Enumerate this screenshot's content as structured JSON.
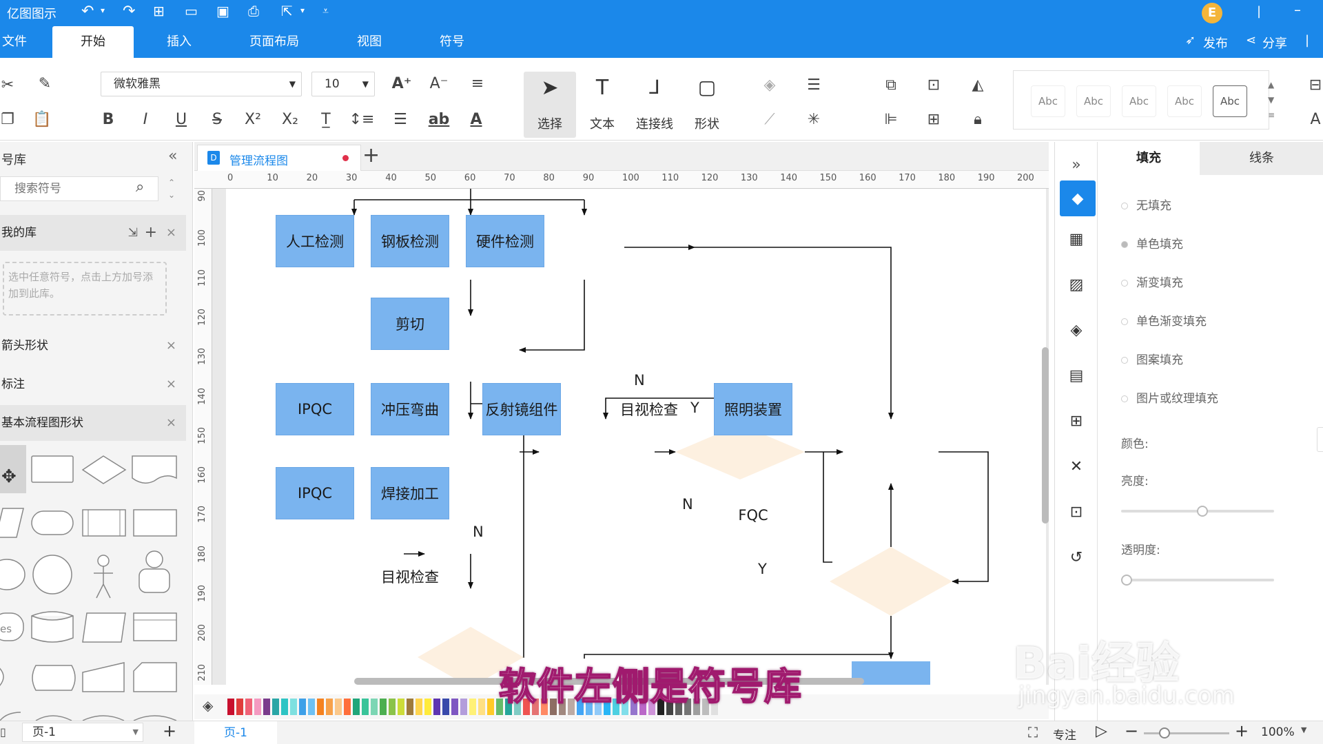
{
  "app": {
    "title": "亿图图示",
    "user_initial": "E"
  },
  "ribbon": {
    "tabs": [
      "文件",
      "开始",
      "插入",
      "页面布局",
      "视图",
      "符号"
    ],
    "publish": "发布",
    "share": "分享"
  },
  "toolbar": {
    "font_name": "微软雅黑",
    "font_size": "10",
    "select": "选择",
    "text": "文本",
    "connector": "连接线",
    "shape": "形状",
    "style_samples": [
      "Abc",
      "Abc",
      "Abc",
      "Abc",
      "Abc"
    ],
    "text_highlight": "ab"
  },
  "library": {
    "title": "号库",
    "search_placeholder": "搜索符号",
    "my_library": "我的库",
    "my_library_hint": "选中任意符号，点击上方加号添加到此库。",
    "sections": [
      "箭头形状",
      "标注",
      "基本流程图形状"
    ],
    "shape_label": "es"
  },
  "document": {
    "tab": "管理流程图",
    "hruler": [
      "0",
      "10",
      "20",
      "30",
      "40",
      "50",
      "60",
      "70",
      "80",
      "90",
      "100",
      "110",
      "120",
      "130",
      "140",
      "150",
      "160",
      "170",
      "180",
      "190",
      "200"
    ],
    "vruler": [
      "90",
      "100",
      "110",
      "120",
      "130",
      "140",
      "150",
      "160",
      "170",
      "180",
      "190",
      "200",
      "210"
    ]
  },
  "diagram": {
    "nodes": {
      "manual": "人工检测",
      "steel": "钢板检测",
      "hardware": "硬件检测",
      "cut": "剪切",
      "ipqc1": "IPQC",
      "press": "冲压弯曲",
      "reflector": "反射镜组件",
      "visual1": "目视检查",
      "lighting": "照明装置",
      "ipqc2": "IPQC",
      "weld": "焊接加工",
      "fqc": "FQC",
      "visual2": "目视检查"
    },
    "labels": {
      "n1": "N",
      "y1": "Y",
      "n2": "N",
      "n3": "N",
      "y2": "Y"
    }
  },
  "properties": {
    "tabs": [
      "填充",
      "线条"
    ],
    "fill_options": [
      "无填充",
      "单色填充",
      "渐变填充",
      "单色渐变填充",
      "图案填充",
      "图片或纹理填充"
    ],
    "color_label": "颜色:",
    "brightness_label": "亮度:",
    "transparency_label": "透明度:",
    "brightness": 0.53,
    "transparency": 0.0
  },
  "status": {
    "page_select": "页-1",
    "page_tab": "页-1",
    "focus": "专注",
    "zoom": "100%"
  },
  "overlay": {
    "subtitle": "软件左侧是符号库",
    "watermark": "Bai经验",
    "watermark_url": "jingyan.baidu.com"
  },
  "colors": {
    "accent": "#1b88ea",
    "node_fill": "#7ab4ef",
    "diamond_fill": "#fdf0e0"
  }
}
